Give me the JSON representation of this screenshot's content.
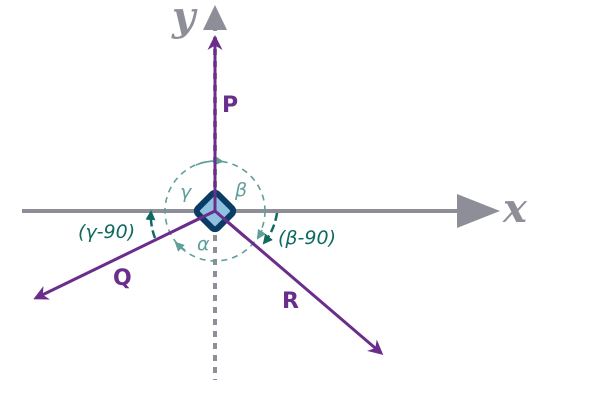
{
  "axes": {
    "x_label": "x",
    "y_label": "y"
  },
  "vectors": [
    {
      "label": "P"
    },
    {
      "label": "Q"
    },
    {
      "label": "R"
    }
  ],
  "angles": {
    "alpha": "α",
    "beta": "β",
    "gamma": "γ",
    "gamma_minus_90": "(γ-90)",
    "beta_minus_90": "(β-90)"
  },
  "colors": {
    "axis": "#8e8e98",
    "vector": "#6b2d8b",
    "angle": "#5f9f9c",
    "angle_dark": "#0e6a60",
    "body_stroke": "#0a3d66",
    "body_fill": "#8fc0e0"
  }
}
